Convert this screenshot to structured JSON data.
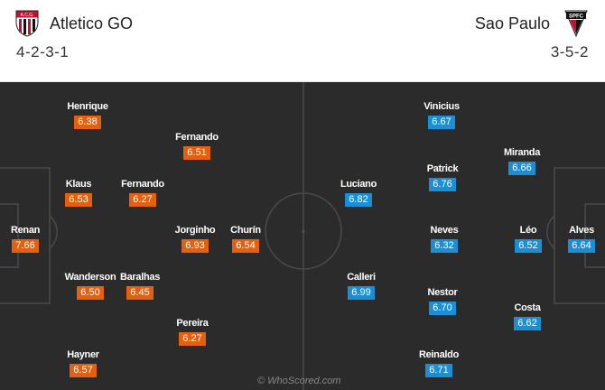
{
  "home": {
    "name": "Atletico GO",
    "formation": "4-2-3-1",
    "crest_icon": "atletico-go-crest-icon",
    "crest_text": "A.C.G.",
    "players": [
      {
        "name": "Renan",
        "rating": "7.66"
      },
      {
        "name": "Henrique",
        "rating": "6.38"
      },
      {
        "name": "Klaus",
        "rating": "6.53"
      },
      {
        "name": "Wanderson",
        "rating": "6.50"
      },
      {
        "name": "Hayner",
        "rating": "6.57"
      },
      {
        "name": "Fernando",
        "rating": "6.27"
      },
      {
        "name": "Baralhas",
        "rating": "6.45"
      },
      {
        "name": "Fernando",
        "rating": "6.51"
      },
      {
        "name": "Jorginho",
        "rating": "6.93"
      },
      {
        "name": "Pereira",
        "rating": "6.27"
      },
      {
        "name": "Churín",
        "rating": "6.54"
      }
    ]
  },
  "away": {
    "name": "Sao Paulo",
    "formation": "3-5-2",
    "crest_icon": "sao-paulo-crest-icon",
    "crest_text": "SPFC",
    "players": [
      {
        "name": "Alves",
        "rating": "6.64"
      },
      {
        "name": "Léo",
        "rating": "6.52"
      },
      {
        "name": "Miranda",
        "rating": "6.66"
      },
      {
        "name": "Costa",
        "rating": "6.62"
      },
      {
        "name": "Vinicius",
        "rating": "6.67"
      },
      {
        "name": "Patrick",
        "rating": "6.76"
      },
      {
        "name": "Neves",
        "rating": "6.32"
      },
      {
        "name": "Nestor",
        "rating": "6.70"
      },
      {
        "name": "Reinaldo",
        "rating": "6.71"
      },
      {
        "name": "Luciano",
        "rating": "6.82"
      },
      {
        "name": "Calleri",
        "rating": "6.99"
      }
    ]
  },
  "colors": {
    "home_rating": "#e4600f",
    "away_rating": "#1a8fd6",
    "pitch": "#2b2b2b",
    "pitch_lines": "#4a4a4a"
  },
  "watermark": "© WhoScored.com"
}
